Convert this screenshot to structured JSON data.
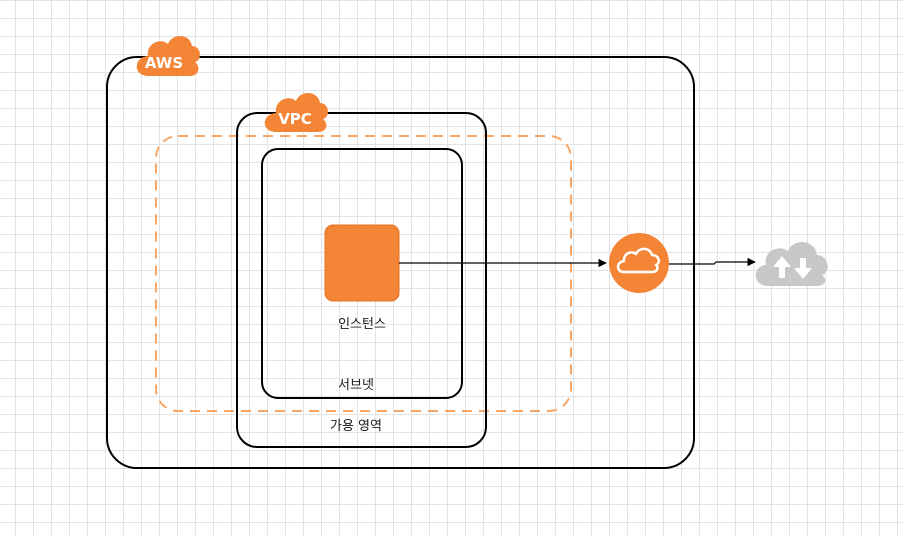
{
  "diagram": {
    "aws_badge": "AWS",
    "vpc_badge": "VPC",
    "instance_label": "인스턴스",
    "subnet_label": "서브넷",
    "availability_zone_label": "가용 영역"
  },
  "icons": {
    "instance": "ec2-instance-icon",
    "gateway": "internet-gateway-icon",
    "internet": "internet-cloud-icon"
  },
  "colors": {
    "aws_orange": "#f58536",
    "internet_gray": "#c8c8c8",
    "border": "#000000"
  }
}
